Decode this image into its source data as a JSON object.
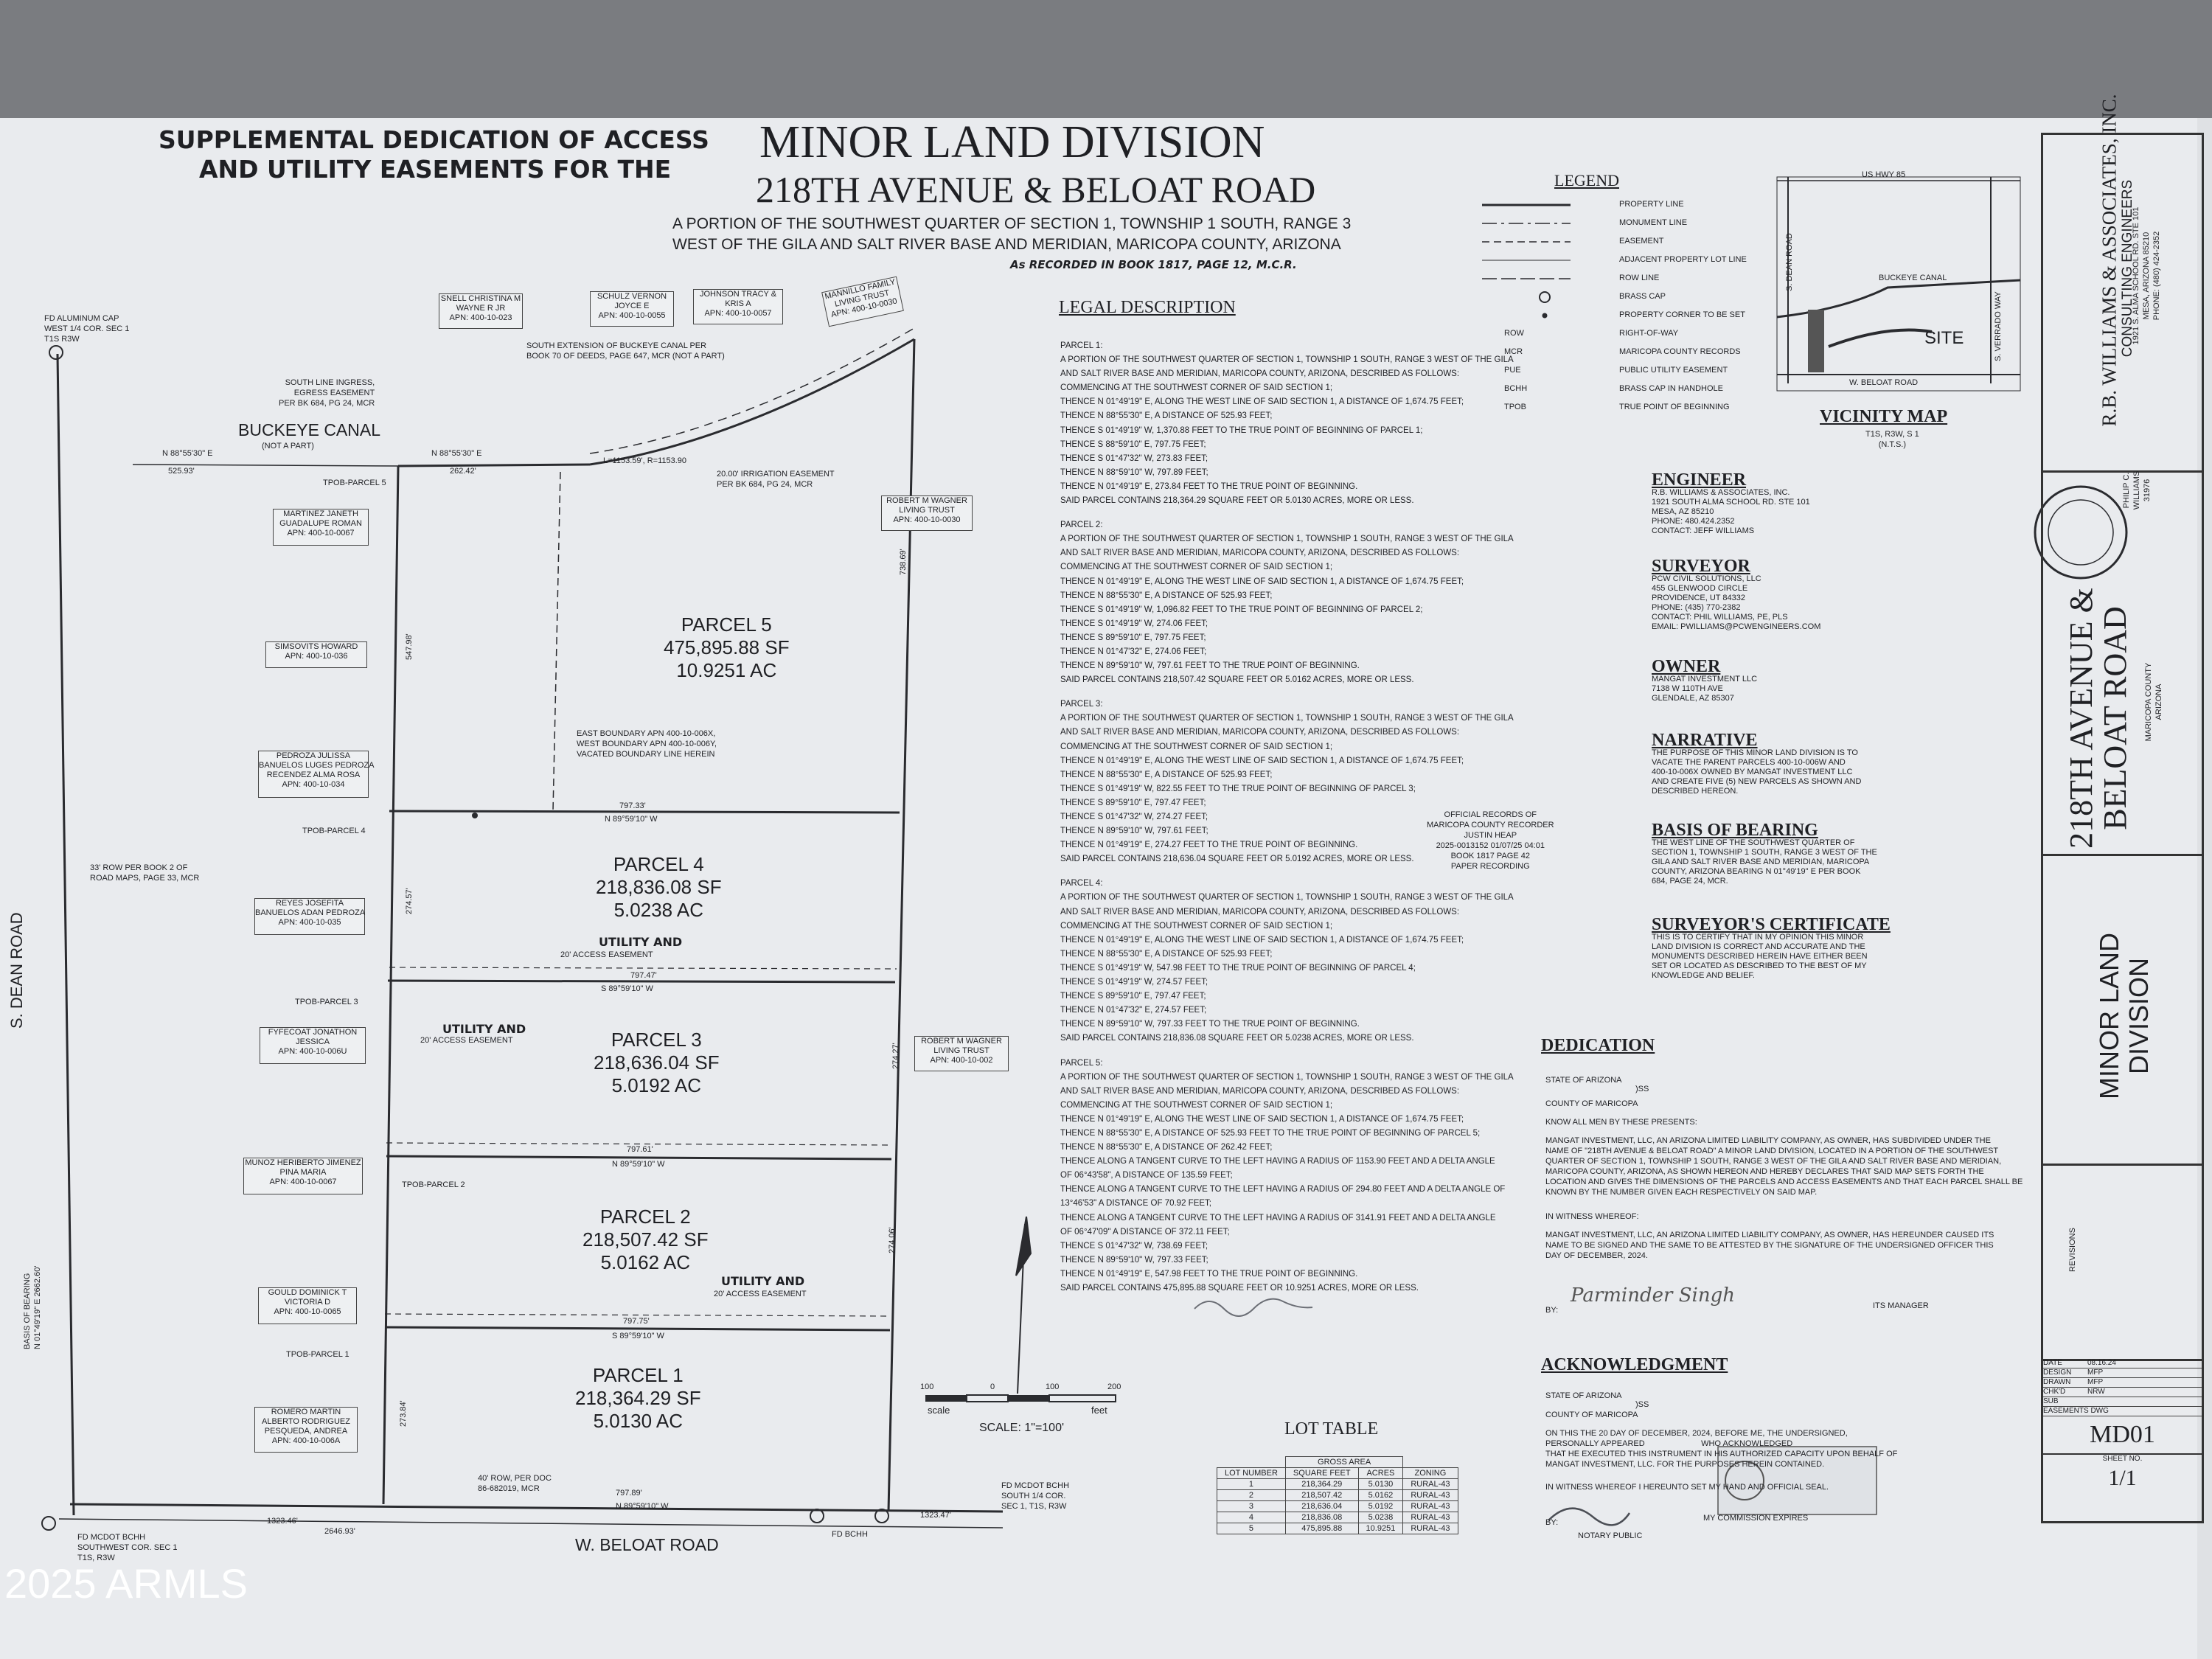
{
  "header": {
    "supplemental_1": "SUPPLEMENTAL DEDICATION OF ACCESS",
    "supplemental_2": "AND UTILITY EASEMENTS FOR THE",
    "title": "MINOR LAND DIVISION",
    "subtitle": "218TH AVENUE & BELOAT ROAD",
    "desc_1": "A PORTION OF THE SOUTHWEST QUARTER OF SECTION 1, TOWNSHIP 1 SOUTH, RANGE 3",
    "desc_2": "WEST OF THE GILA AND SALT RIVER BASE AND MERIDIAN, MARICOPA COUNTY, ARIZONA",
    "recorded": "As RECORDED IN BOOK 1817, PAGE 12, M.C.R."
  },
  "map": {
    "buckeye_canal": "BUCKEYE CANAL",
    "not_a_part": "(NOT A PART)",
    "dean_road": "S. DEAN ROAD",
    "beloat_road": "W. BELOAT ROAD",
    "fd_aluminum": "FD ALUMINUM CAP\nWEST 1/4 COR. SEC 1\nT1S R3W",
    "fd_mcdot_left": "FD MCDOT BCHH\nSOUTHWEST COR. SEC 1\nT1S, R3W",
    "fd_mcdot_right": "FD MCDOT BCHH\nSOUTH 1/4 COR.\nSEC 1, T1S, R3W",
    "fd_bchh": "FD BCHH",
    "south_line_ingress": "SOUTH LINE INGRESS,\nEGRESS EASEMENT\nPER BK 684, PG 24, MCR",
    "south_extension": "SOUTH EXTENSION OF BUCKEYE CANAL PER\nBOOK 70 OF DEEDS, PAGE 647, MCR (NOT A PART)",
    "irrigation": "20.00' IRRIGATION EASEMENT\nPER BK 684, PG 24, MCR",
    "east_boundary": "EAST BOUNDARY APN 400-10-006X,\nWEST BOUNDARY APN 400-10-006Y,\nVACATED BOUNDARY LINE HEREIN",
    "row_note": "33' ROW PER BOOK 2 OF\nROAD MAPS, PAGE 33, MCR",
    "row_doc": "40' ROW, PER DOC\n86-682019, MCR",
    "basis_label": "BASIS OF BEARING\nN 01°49'19\" E 2662.60'",
    "utility_1": "UTILITY AND",
    "access_1": "20' ACCESS EASEMENT",
    "utility_2": "UTILITY AND",
    "access_2": "20' ACCESS EASEMENT",
    "utility_3": "UTILITY AND",
    "access_3": "20' ACCESS EASEMENT",
    "tpob5": "TPOB-PARCEL 5",
    "tpob4": "TPOB-PARCEL 4",
    "tpob3": "TPOB-PARCEL 3",
    "tpob2": "TPOB-PARCEL 2",
    "tpob1": "TPOB-PARCEL 1",
    "dim_top": "N 88°55'30\" E",
    "dim_525": "525.93'",
    "dim_262": "262.42'",
    "dim_arc": "L=1153.59', R=1153.90",
    "dim_797_33": "797.33'",
    "dim_797_47": "797.47'",
    "dim_797_61": "797.61'",
    "dim_797_75": "797.75'",
    "dim_797_89": "797.89'",
    "bear_s": "S 89°59'10\" W",
    "bear_n": "N 89°59'10\" W",
    "dim_1323_46": "1323.46'",
    "dim_2646": "2646.93'",
    "dim_1323_47": "1323.47'",
    "dim_738": "738.69'",
    "dim_547": "547.98'",
    "dim_274_57": "274.57'",
    "dim_274_27": "274.27'",
    "dim_274_06": "274.06'",
    "dim_273_84": "273.84'"
  },
  "parcels": [
    {
      "name": "PARCEL 5",
      "sf": "475,895.88 SF",
      "ac": "10.9251 AC"
    },
    {
      "name": "PARCEL 4",
      "sf": "218,836.08 SF",
      "ac": "5.0238 AC"
    },
    {
      "name": "PARCEL 3",
      "sf": "218,636.04 SF",
      "ac": "5.0192 AC"
    },
    {
      "name": "PARCEL 2",
      "sf": "218,507.42 SF",
      "ac": "5.0162 AC"
    },
    {
      "name": "PARCEL 1",
      "sf": "218,364.29 SF",
      "ac": "5.0130 AC"
    }
  ],
  "owners": {
    "snell": "SNELL CHRISTINA M\nWAYNE R JR\nAPN: 400-10-023",
    "schulz": "SCHULZ VERNON\nJOYCE E\nAPN: 400-10-0055",
    "johnson": "JOHNSON TRACY &\nKRIS A\nAPN: 400-10-0057",
    "mannillo": "MANNILLO FAMILY\nLIVING TRUST\nAPN: 400-10-0030",
    "martinez": "MARTINEZ JANETH\nGUADALUPE ROMAN\nAPN: 400-10-0067",
    "simsovits": "SIMSOVITS HOWARD\nAPN: 400-10-036",
    "pedroza": "PEDROZA JULISSA\nBANUELOS LUGES PEDROZA\nRECENDEZ ALMA ROSA\nAPN: 400-10-034",
    "reyes": "REYES JOSEFITA\nBANUELOS ADAN PEDROZA\nAPN: 400-10-035",
    "fyfecoat": "FYFECOAT JONATHON\nJESSICA\nAPN: 400-10-006U",
    "munoz": "MUNOZ HERIBERTO JIMENEZ\nPINA MARIA\nAPN: 400-10-0067",
    "gould": "GOULD DOMINICK T\nVICTORIA D\nAPN: 400-10-0065",
    "romero": "ROMERO MARTIN\nALBERTO RODRIGUEZ\nPESQUEDA, ANDREA\nAPN: 400-10-006A",
    "wagner1": "ROBERT M WAGNER\nLIVING TRUST\nAPN: 400-10-0030",
    "wagner2": "ROBERT M WAGNER\nLIVING TRUST\nAPN: 400-10-002"
  },
  "legal": {
    "heading": "LEGAL DESCRIPTION",
    "lines": [
      "PARCEL 1:",
      "A PORTION OF THE SOUTHWEST QUARTER OF SECTION 1, TOWNSHIP 1 SOUTH, RANGE 3 WEST OF THE GILA",
      "AND SALT RIVER BASE AND MERIDIAN, MARICOPA COUNTY, ARIZONA, DESCRIBED AS FOLLOWS:",
      "COMMENCING AT THE SOUTHWEST CORNER OF SAID SECTION 1;",
      "THENCE N 01°49'19\" E, ALONG THE WEST LINE OF SAID SECTION 1, A DISTANCE OF 1,674.75 FEET;",
      "THENCE N 88°55'30\" E, A DISTANCE OF 525.93 FEET;",
      "THENCE S 01°49'19\" W, 1,370.88 FEET TO THE TRUE POINT OF BEGINNING OF PARCEL 1;",
      "THENCE S 88°59'10\" E, 797.75 FEET;",
      "THENCE S 01°47'32\" W, 273.83 FEET;",
      "THENCE N 88°59'10\" W, 797.89 FEET;",
      "THENCE N 01°49'19\" E, 273.84 FEET TO THE TRUE POINT OF BEGINNING.",
      "SAID PARCEL CONTAINS 218,364.29 SQUARE FEET OR 5.0130 ACRES, MORE OR LESS.",
      "",
      "PARCEL 2:",
      "A PORTION OF THE SOUTHWEST QUARTER OF SECTION 1, TOWNSHIP 1 SOUTH, RANGE 3 WEST OF THE GILA",
      "AND SALT RIVER BASE AND MERIDIAN, MARICOPA COUNTY, ARIZONA, DESCRIBED AS FOLLOWS:",
      "COMMENCING AT THE SOUTHWEST CORNER OF SAID SECTION 1;",
      "THENCE N 01°49'19\" E, ALONG THE WEST LINE OF SAID SECTION 1, A DISTANCE OF 1,674.75 FEET;",
      "THENCE N 88°55'30\" E, A DISTANCE OF 525.93 FEET;",
      "THENCE S 01°49'19\" W, 1,096.82 FEET TO THE TRUE POINT OF BEGINNING OF PARCEL 2;",
      "THENCE S 01°49'19\" W, 274.06 FEET;",
      "THENCE S 89°59'10\" E, 797.75 FEET;",
      "THENCE N 01°47'32\" E, 274.06 FEET;",
      "THENCE N 89°59'10\" W, 797.61 FEET TO THE TRUE POINT OF BEGINNING.",
      "SAID PARCEL CONTAINS 218,507.42 SQUARE FEET OR 5.0162 ACRES, MORE OR LESS.",
      "",
      "PARCEL 3:",
      "A PORTION OF THE SOUTHWEST QUARTER OF SECTION 1, TOWNSHIP 1 SOUTH, RANGE 3 WEST OF THE GILA",
      "AND SALT RIVER BASE AND MERIDIAN, MARICOPA COUNTY, ARIZONA, DESCRIBED AS FOLLOWS:",
      "COMMENCING AT THE SOUTHWEST CORNER OF SAID SECTION 1;",
      "THENCE N 01°49'19\" E, ALONG THE WEST LINE OF SAID SECTION 1, A DISTANCE OF 1,674.75 FEET;",
      "THENCE N 88°55'30\" E, A DISTANCE OF 525.93 FEET;",
      "THENCE S 01°49'19\" W, 822.55 FEET TO THE TRUE POINT OF BEGINNING OF PARCEL 3;",
      "THENCE S 89°59'10\" E, 797.47 FEET;",
      "THENCE S 01°47'32\" W, 274.27 FEET;",
      "THENCE N 89°59'10\" W, 797.61 FEET;",
      "THENCE N 01°49'19\" E, 274.27 FEET TO THE TRUE POINT OF BEGINNING.",
      "SAID PARCEL CONTAINS 218,636.04 SQUARE FEET OR 5.0192 ACRES, MORE OR LESS.",
      "",
      "PARCEL 4:",
      "A PORTION OF THE SOUTHWEST QUARTER OF SECTION 1, TOWNSHIP 1 SOUTH, RANGE 3 WEST OF THE GILA",
      "AND SALT RIVER BASE AND MERIDIAN, MARICOPA COUNTY, ARIZONA, DESCRIBED AS FOLLOWS:",
      "COMMENCING AT THE SOUTHWEST CORNER OF SAID SECTION 1;",
      "THENCE N 01°49'19\" E, ALONG THE WEST LINE OF SAID SECTION 1, A DISTANCE OF 1,674.75 FEET;",
      "THENCE N 88°55'30\" E, A DISTANCE OF 525.93 FEET;",
      "THENCE S 01°49'19\" W, 547.98 FEET TO THE TRUE POINT OF BEGINNING OF PARCEL 4;",
      "THENCE S 01°49'19\" W, 274.57 FEET;",
      "THENCE S 89°59'10\" E, 797.47 FEET;",
      "THENCE N 01°47'32\" E, 274.57 FEET;",
      "THENCE N 89°59'10\" W, 797.33 FEET TO THE TRUE POINT OF BEGINNING.",
      "SAID PARCEL CONTAINS 218,836.08 SQUARE FEET OR 5.0238 ACRES, MORE OR LESS.",
      "",
      "PARCEL 5:",
      "A PORTION OF THE SOUTHWEST QUARTER OF SECTION 1, TOWNSHIP 1 SOUTH, RANGE 3 WEST OF THE GILA",
      "AND SALT RIVER BASE AND MERIDIAN, MARICOPA COUNTY, ARIZONA, DESCRIBED AS FOLLOWS:",
      "COMMENCING AT THE SOUTHWEST CORNER OF SAID SECTION 1;",
      "THENCE N 01°49'19\" E, ALONG THE WEST LINE OF SAID SECTION 1, A DISTANCE OF 1,674.75 FEET;",
      "THENCE N 88°55'30\" E, A DISTANCE OF 525.93 FEET TO THE TRUE POINT OF BEGINNING OF PARCEL 5;",
      "THENCE N 88°55'30\" E, A DISTANCE OF 262.42 FEET;",
      "THENCE ALONG A TANGENT CURVE TO THE LEFT HAVING A RADIUS OF 1153.90 FEET AND A DELTA ANGLE",
      "OF 06°43'58\", A DISTANCE OF 135.59 FEET;",
      "THENCE ALONG A TANGENT CURVE TO THE LEFT HAVING A RADIUS OF 294.80 FEET AND A DELTA ANGLE OF",
      "13°46'53\" A DISTANCE OF 70.92 FEET;",
      "THENCE ALONG A TANGENT CURVE TO THE LEFT HAVING A RADIUS OF 3141.91 FEET AND A DELTA ANGLE",
      "OF 06°47'09\" A DISTANCE OF 372.11 FEET;",
      "THENCE S 01°47'32\" W, 738.69 FEET;",
      "THENCE N 89°59'10\" W, 797.33 FEET;",
      "THENCE N 01°49'19\" E, 547.98 FEET TO THE TRUE POINT OF BEGINNING.",
      "SAID PARCEL CONTAINS 475,895.88 SQUARE FEET OR 10.9251 ACRES, MORE OR LESS."
    ]
  },
  "recording": "OFFICIAL RECORDS OF\nMARICOPA COUNTY RECORDER\nJUSTIN HEAP\n2025-0013152 01/07/25 04:01\nBOOK 1817 PAGE 42\nPAPER RECORDING",
  "legend": {
    "heading": "LEGEND",
    "items": [
      "PROPERTY LINE",
      "MONUMENT LINE",
      "EASEMENT",
      "ADJACENT PROPERTY LOT LINE",
      "ROW LINE",
      "BRASS CAP",
      "PROPERTY CORNER TO BE SET",
      "RIGHT-OF-WAY",
      "MARICOPA COUNTY RECORDS",
      "PUBLIC UTILITY EASEMENT",
      "BRASS CAP IN HANDHOLE",
      "TRUE POINT OF BEGINNING"
    ],
    "abbr": [
      "",
      "",
      "",
      "",
      "",
      "",
      "",
      "ROW",
      "MCR",
      "PUE",
      "BCHH",
      "TPOB"
    ]
  },
  "vicinity": {
    "heading": "VICINITY MAP",
    "sub": "T1S, R3W, S 1\n(N.T.S.)",
    "us85": "US HWY 85",
    "canal": "BUCKEYE CANAL",
    "site": "SITE",
    "beloat": "W. BELOAT ROAD",
    "dean": "S. DEAN ROAD",
    "verrado": "S. VERRADO WAY"
  },
  "engineer": {
    "heading": "ENGINEER",
    "body": "R.B. WILLIAMS & ASSOCIATES, INC.\n1921 SOUTH ALMA SCHOOL RD. STE 101\nMESA, AZ 85210\nPHONE: 480.424.2352\nCONTACT: JEFF WILLIAMS"
  },
  "surveyor": {
    "heading": "SURVEYOR",
    "body": "PCW CIVIL SOLUTIONS, LLC\n455 GLENWOOD CIRCLE\nPROVIDENCE, UT 84332\nPHONE: (435) 770-2382\nCONTACT: PHIL WILLIAMS, PE, PLS\nEMAIL: PWILLIAMS@PCWENGINEERS.COM"
  },
  "owner": {
    "heading": "OWNER",
    "body": "MANGAT INVESTMENT LLC\n7138 W 110TH AVE\nGLENDALE, AZ 85307"
  },
  "narrative": {
    "heading": "NARRATIVE",
    "body": "THE PURPOSE OF THIS MINOR LAND DIVISION IS TO\nVACATE THE PARENT PARCELS 400-10-006W AND\n400-10-006X OWNED BY MANGAT INVESTMENT LLC\nAND CREATE FIVE (5) NEW PARCELS AS SHOWN AND\nDESCRIBED HEREON."
  },
  "basis": {
    "heading": "BASIS OF BEARING",
    "body": "THE WEST LINE OF THE SOUTHWEST QUARTER OF\nSECTION 1, TOWNSHIP 1 SOUTH, RANGE 3 WEST OF THE\nGILA AND SALT RIVER BASE AND MERIDIAN, MARICOPA\nCOUNTY, ARIZONA BEARING N 01°49'19\" E PER BOOK\n684, PAGE 24, MCR."
  },
  "surveyor_cert": {
    "heading": "SURVEYOR'S CERTIFICATE",
    "body": "THIS IS TO CERTIFY THAT IN MY OPINION THIS MINOR\nLAND DIVISION IS CORRECT AND ACCURATE AND THE\nMONUMENTS DESCRIBED HEREIN HAVE EITHER BEEN\nSET OR LOCATED AS DESCRIBED TO THE BEST OF MY\nKNOWLEDGE AND BELIEF."
  },
  "dedication": {
    "heading": "DEDICATION",
    "state": "STATE OF ARIZONA",
    "county": "COUNTY OF MARICOPA",
    "ss": ")SS",
    "know": "KNOW ALL MEN BY THESE PRESENTS:",
    "body": "MANGAT INVESTMENT, LLC, AN ARIZONA LIMITED LIABILITY COMPANY, AS OWNER, HAS SUBDIVIDED UNDER THE\nNAME OF \"218TH AVENUE & BELOAT ROAD\" A MINOR LAND DIVISION, LOCATED IN A PORTION OF THE SOUTHWEST\nQUARTER OF SECTION 1, TOWNSHIP 1 SOUTH, RANGE 3 WEST OF THE GILA AND SALT RIVER BASE AND MERIDIAN,\nMARICOPA COUNTY, ARIZONA, AS SHOWN HEREON AND HEREBY DECLARES THAT SAID MAP SETS FORTH THE\nLOCATION AND GIVES THE DIMENSIONS OF THE PARCELS AND ACCESS EASEMENTS AND THAT EACH PARCEL SHALL BE\nKNOWN BY THE NUMBER GIVEN EACH RESPECTIVELY ON SAID MAP.",
    "witness": "IN WITNESS WHEREOF:",
    "body2": "MANGAT INVESTMENT, LLC, AN ARIZONA LIMITED LIABILITY COMPANY, AS OWNER, HAS HEREUNDER CAUSED ITS\nNAME TO BE SIGNED AND THE SAME TO BE ATTESTED BY THE SIGNATURE OF THE UNDERSIGNED OFFICER THIS\nDAY OF DECEMBER, 2024.",
    "by": "BY:",
    "signature": "Parminder Singh",
    "its": "ITS MANAGER"
  },
  "ack": {
    "heading": "ACKNOWLEDGMENT",
    "state": "STATE OF ARIZONA",
    "county": "COUNTY OF MARICOPA",
    "ss": ")SS",
    "body": "ON THIS THE 20 DAY OF DECEMBER, 2024, BEFORE ME, THE UNDERSIGNED,\nPERSONALLY APPEARED                         WHO ACKNOWLEDGED\nTHAT HE EXECUTED THIS INSTRUMENT IN HIS AUTHORIZED CAPACITY UPON BEHALF OF\nMANGAT INVESTMENT, LLC. FOR THE PURPOSES HEREIN CONTAINED.",
    "witness": "IN WITNESS WHEREOF I HEREUNTO SET MY HAND AND OFFICIAL SEAL.",
    "by": "BY:",
    "notary": "NOTARY PUBLIC",
    "commission": "MY COMMISSION EXPIRES"
  },
  "lot_table": {
    "heading": "LOT TABLE",
    "group": "GROSS AREA",
    "cols": [
      "LOT NUMBER",
      "SQUARE FEET",
      "ACRES",
      "ZONING"
    ],
    "rows": [
      [
        "1",
        "218,364.29",
        "5.0130",
        "RURAL-43"
      ],
      [
        "2",
        "218,507.42",
        "5.0162",
        "RURAL-43"
      ],
      [
        "3",
        "218,636.04",
        "5.0192",
        "RURAL-43"
      ],
      [
        "4",
        "218,836.08",
        "5.0238",
        "RURAL-43"
      ],
      [
        "5",
        "475,895.88",
        "10.9251",
        "RURAL-43"
      ]
    ]
  },
  "scale": {
    "ticks": [
      "100",
      "0",
      "100",
      "200"
    ],
    "scale_word": "scale",
    "feet": "feet",
    "label": "SCALE: 1\"=100'"
  },
  "title_block": {
    "firm": "R.B. WILLIAMS & ASSOCIATES, INC.",
    "firm_sub": "CONSULTING ENGINEERS",
    "firm_addr": "1921 S. ALMA SCHOOL RD. STE 101\nMESA, ARIZONA 85210\nPHONE: (480) 424-2352",
    "project": "218TH AVENUE &\nBELOAT ROAD",
    "county": "MARICOPA COUNTY\nARIZONA",
    "sheet_title": "MINOR LAND\nDIVISION",
    "revisions": "REVISIONS",
    "date_lbl": "DATE",
    "date_val": "08.16.24",
    "design_lbl": "DESIGN",
    "design_val": "MFP",
    "drawn_lbl": "DRAWN",
    "drawn_val": "MFP",
    "chkd_lbl": "CHK'D",
    "chkd_val": "NRW",
    "sub_lbl": "SUB",
    "easements": "EASEMENTS DWG",
    "sheet_code": "MD01",
    "sheet_no_lbl": "SHEET NO.",
    "sheet_no": "1/1",
    "seal": "PHILIP C.\nWILLIAMS\n31976"
  },
  "watermark": "2025 ARMLS"
}
